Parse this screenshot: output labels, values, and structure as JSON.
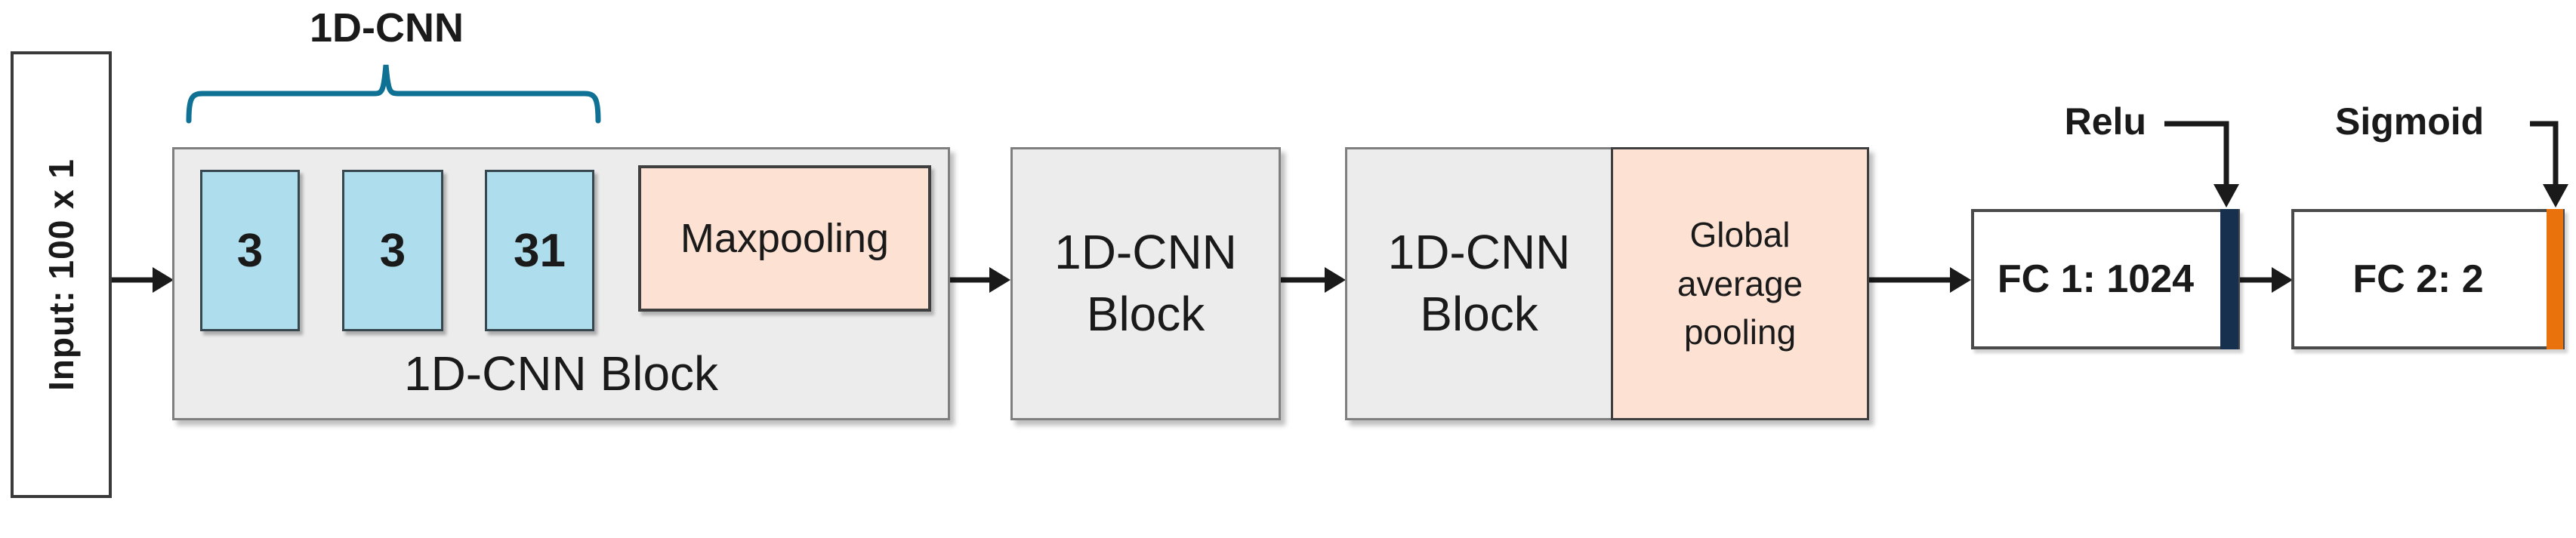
{
  "colors": {
    "ink": "#1a1a1a",
    "teal": "#0f7294",
    "block-gray": "#ececec",
    "block-gray-border": "#7f7f7f",
    "conv-blue": "#aedeee",
    "conv-blue-border": "#37474f",
    "peach": "#fde2d4",
    "peach-border": "#3f3f3f",
    "navy": "#17304d",
    "orange": "#ea720d",
    "box-border": "#3a3a3a"
  },
  "diagram": {
    "input": {
      "label": "Input: 100 x 1"
    },
    "cnn_brace": {
      "label": "1D-CNN"
    },
    "block1": {
      "conv_layers": [
        "3",
        "3",
        "31"
      ],
      "maxpool_label": "Maxpooling",
      "label": "1D-CNN Block"
    },
    "block2": {
      "label": "1D-CNN Block"
    },
    "block3": {
      "label": "1D-CNN Block",
      "pooling_label": "Global average pooling"
    },
    "fc1": {
      "label": "FC 1: 1024",
      "activation": "Relu"
    },
    "fc2": {
      "label": "FC 2: 2",
      "activation": "Sigmoid"
    }
  }
}
